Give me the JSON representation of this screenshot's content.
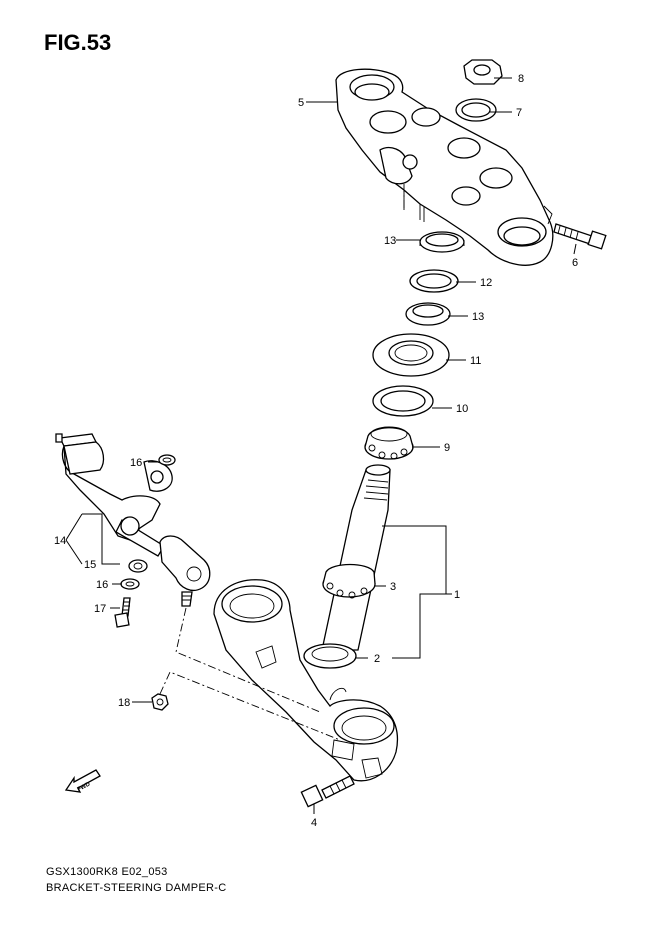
{
  "figure": {
    "title": "FIG.53",
    "model_code": "GSX1300RK8  E02_053",
    "caption": "BRACKET-STEERING DAMPER-C"
  },
  "callouts": [
    "1",
    "2",
    "3",
    "4",
    "5",
    "6",
    "7",
    "8",
    "9",
    "10",
    "11",
    "12",
    "13",
    "13",
    "14",
    "15",
    "16",
    "16",
    "17",
    "18"
  ],
  "fwd_label": "FWD"
}
